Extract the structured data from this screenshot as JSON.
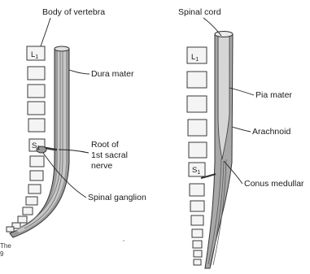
{
  "left_panel": {
    "labels": {
      "body_of_vertebra": "Body of vertebra",
      "dura_mater": "Dura mater",
      "root_line1": "Root of",
      "root_line2": "1st sacral",
      "root_line3": "nerve",
      "spinal_ganglion": "Spinal ganglion"
    },
    "vertebra_labels": {
      "l1": "L",
      "l1_sub": "1",
      "s1": "S",
      "s1_sub": "1"
    }
  },
  "right_panel": {
    "labels": {
      "spinal_cord": "Spinal cord",
      "pia_mater": "Pia mater",
      "arachnoid": "Arachnoid",
      "conus_medullaris": "Conus medullar"
    },
    "vertebra_labels": {
      "l1": "L",
      "l1_sub": "1",
      "s1": "S",
      "s1_sub": "1"
    }
  },
  "cropped_text": {
    "line1": "The",
    "line2": "9"
  },
  "colors": {
    "dura": "#8a8a8a",
    "cord": "#cfcfcf",
    "line": "#222222",
    "bone": "#f4f4f4"
  }
}
